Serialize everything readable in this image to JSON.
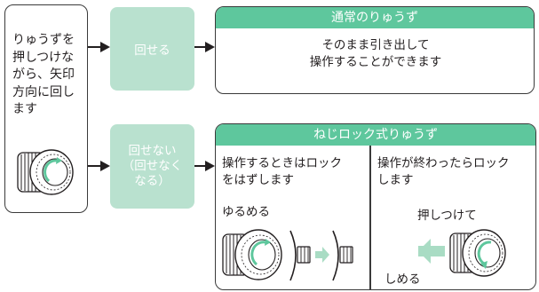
{
  "left": {
    "instruction_lines": [
      "りゅうずを",
      "押しつけな",
      "がら、矢印",
      "方向に回し",
      "ます"
    ]
  },
  "flow": {
    "can_turn": "回せる",
    "cannot_turn_lines": [
      "回せない",
      "（回せなく",
      "なる）"
    ]
  },
  "normal_crown": {
    "title": "通常のりゅうず",
    "body_lines": [
      "そのまま引き出して",
      "操作することができます"
    ]
  },
  "screw_lock_crown": {
    "title": "ねじロック式りゅうず",
    "left_col": {
      "heading_lines": [
        "操作するときはロック",
        "をはずします"
      ],
      "action_label": "ゆるめる"
    },
    "right_col": {
      "heading_lines": [
        "操作が終わったらロック",
        "します"
      ],
      "push_label": "押しつけて",
      "tighten_label": "しめる"
    }
  },
  "colors": {
    "accent_green": "#5ec79d",
    "pale_green": "#b9e1cf",
    "outline": "#3a3a3a"
  }
}
